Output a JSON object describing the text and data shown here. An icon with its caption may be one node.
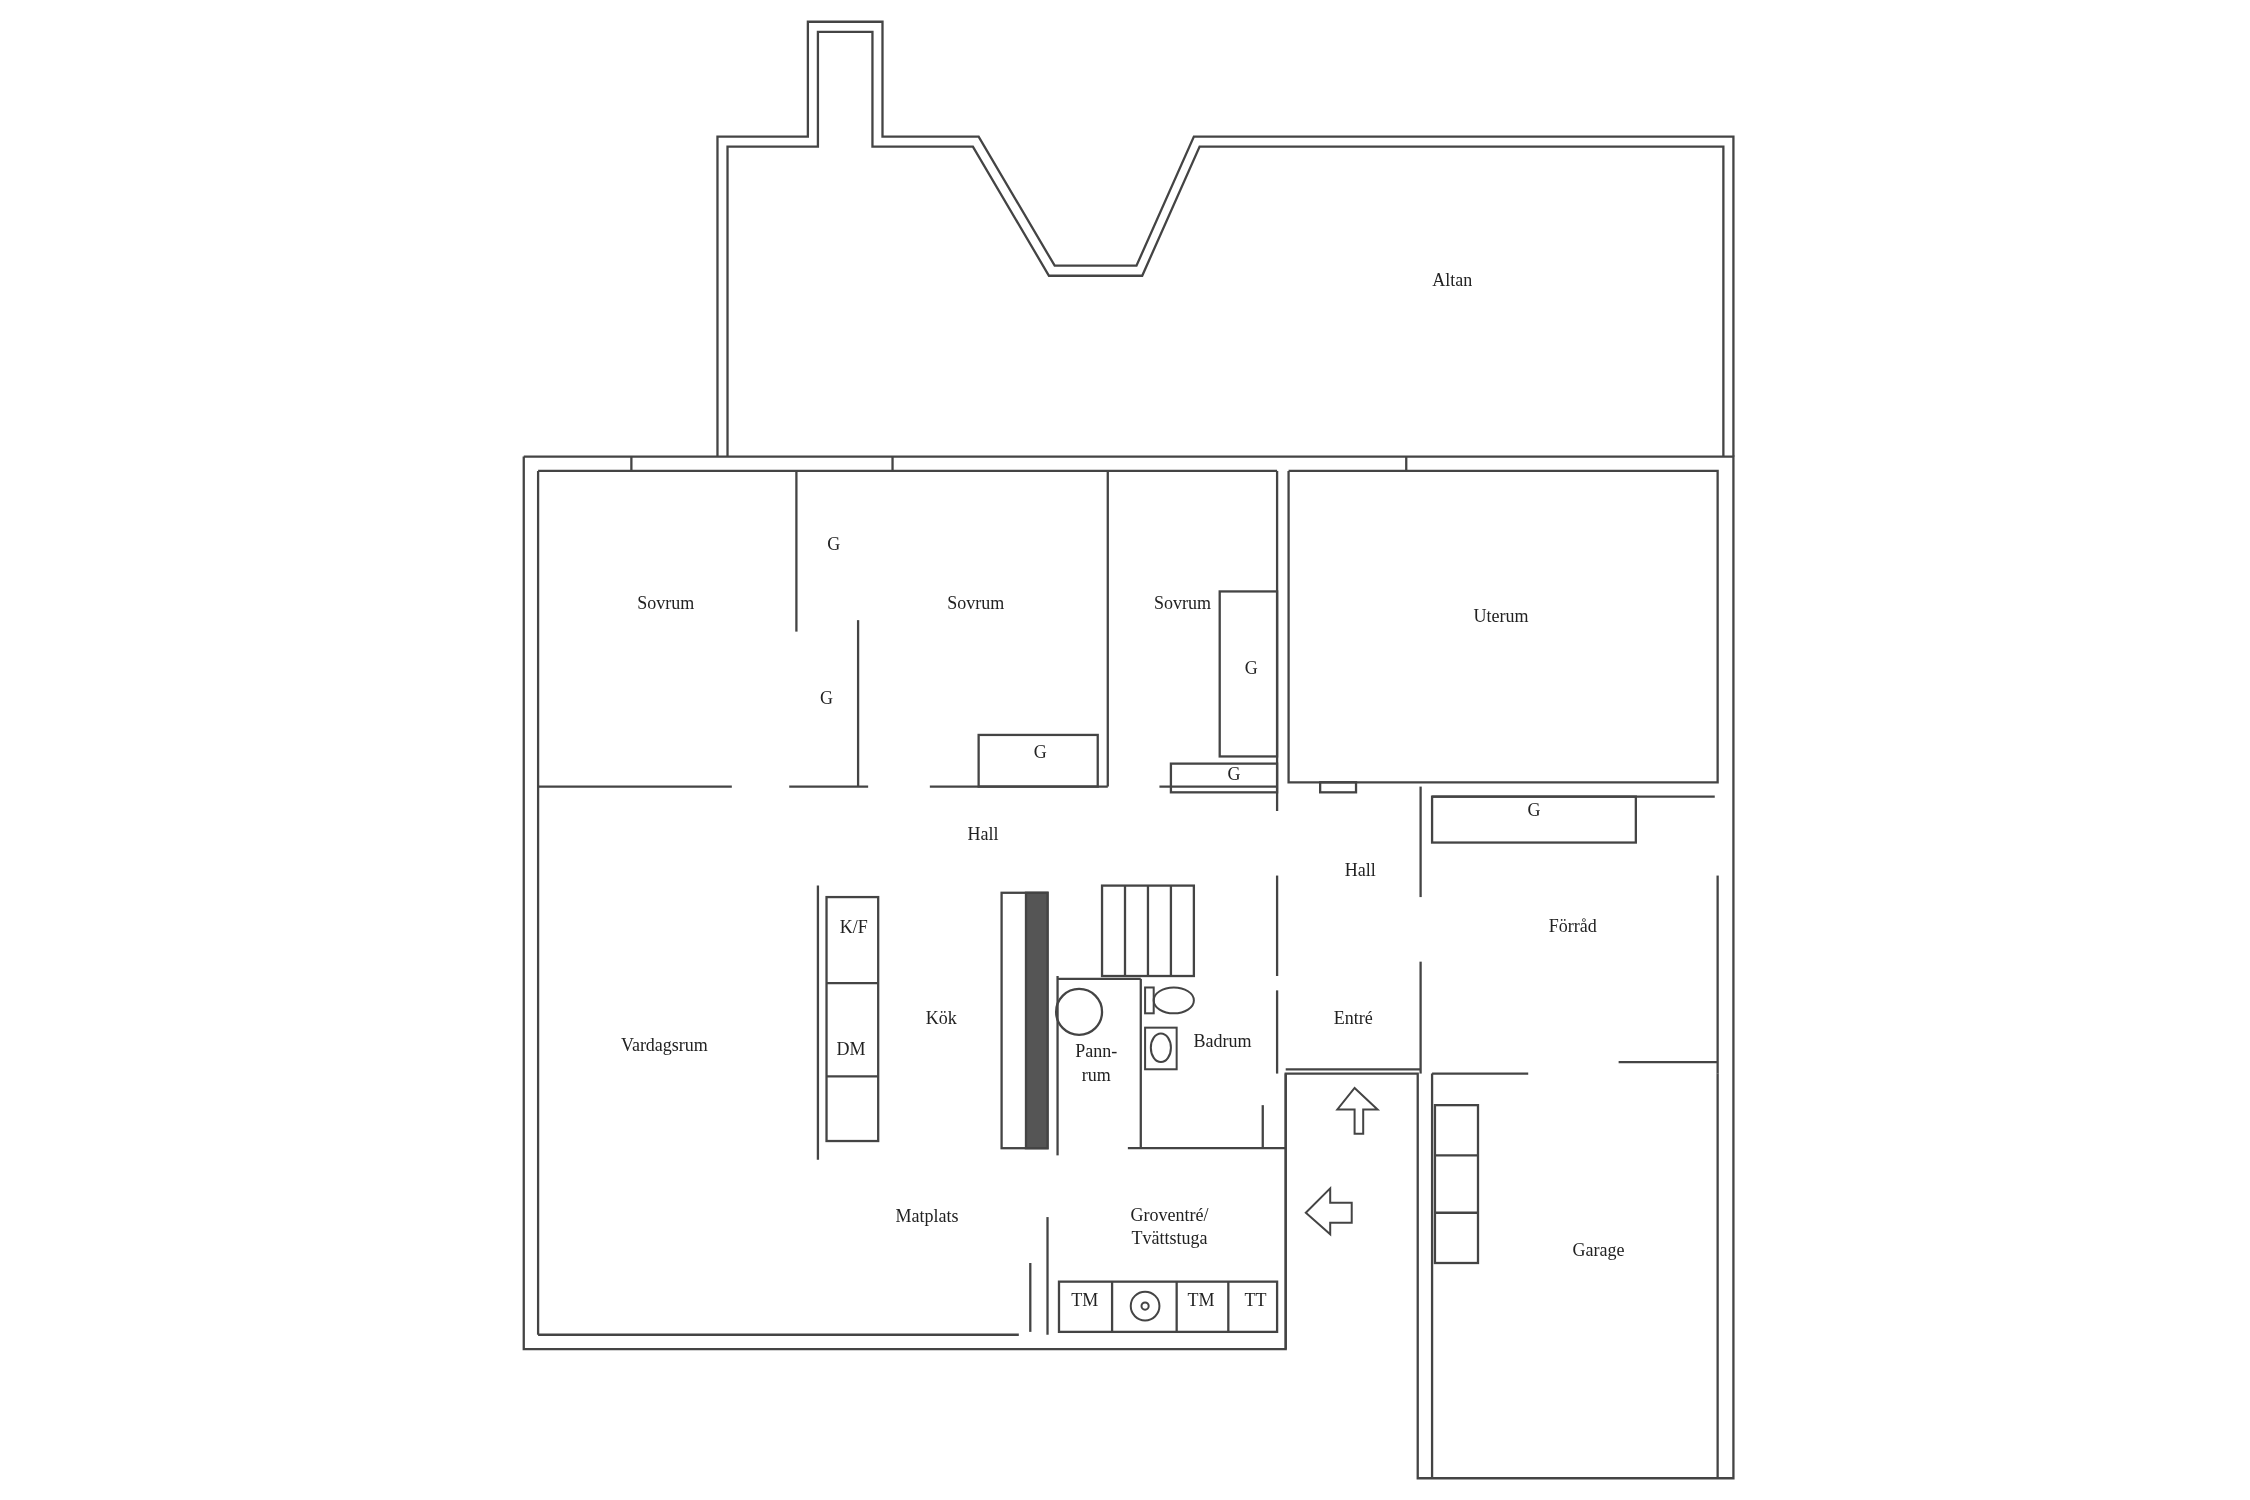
{
  "diagram": {
    "labels": [
      "Altan",
      "G",
      "Sovrum",
      "Sovrum",
      "Sovrum",
      "Uterum",
      "G",
      "G",
      "G",
      "G",
      "G",
      "Hall",
      "Hall",
      "K/F",
      "Förråd",
      "Vardagsrum",
      "DM",
      "Kök",
      "Pann- rum",
      "Badrum",
      "Entré",
      "Matplats",
      "Groventré/ Tvättstuga",
      "Garage",
      "TM",
      "TM",
      "TT"
    ]
  }
}
